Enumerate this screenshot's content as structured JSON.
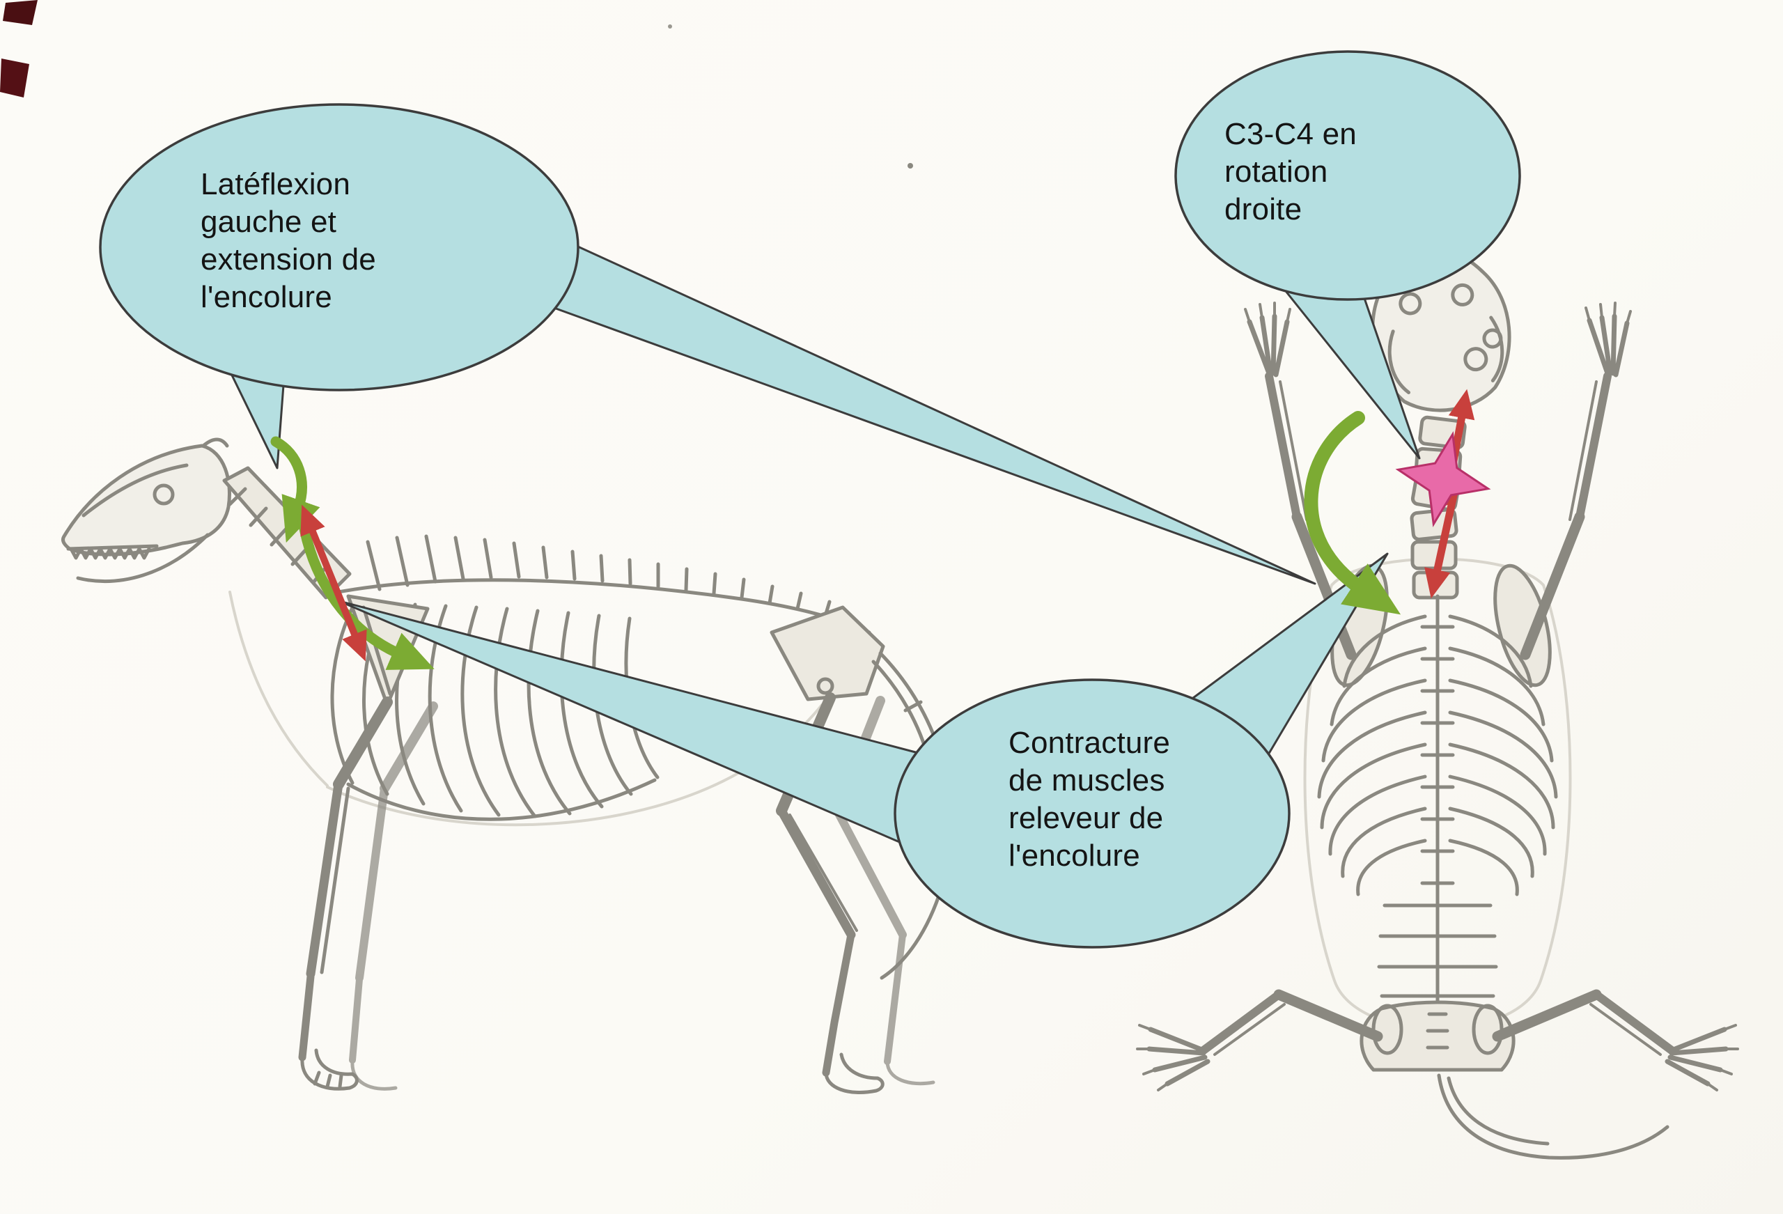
{
  "bubbles": {
    "lateflexion": {
      "text": "Latéflexion gauche et extension de l'encolure",
      "lines": [
        "Latéflexion",
        "gauche et",
        "extension de",
        "l'encolure"
      ]
    },
    "c3c4": {
      "text": "C3-C4 en rotation droite",
      "lines": [
        "C3-C4 en",
        "rotation",
        "droite"
      ]
    },
    "contracture": {
      "text": "Contracture de muscles releveur de l'encolure",
      "lines": [
        "Contracture",
        "de muscles",
        "releveur de",
        "l'encolure"
      ]
    }
  },
  "colors": {
    "background": "#fbfaf6",
    "bubble_fill": "#b5dfe1",
    "bubble_border": "#3c3c3c",
    "green_arrow": "#7cab33",
    "red_arrow": "#c8403c",
    "star_pink": "#e86aa8",
    "star_border": "#b83068",
    "bone_line": "#8a8880",
    "text": "#141414"
  }
}
